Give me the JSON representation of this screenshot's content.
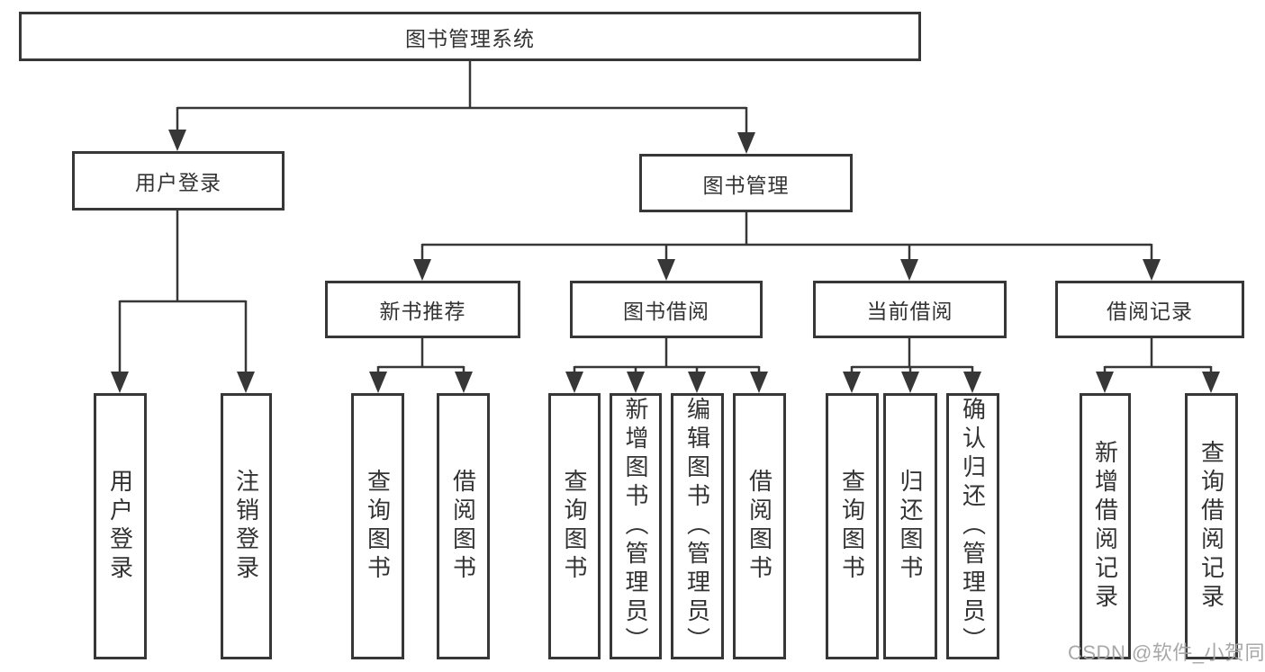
{
  "diagram": {
    "title_node": {
      "label": "图书管理系统"
    },
    "level2": [
      {
        "id": "user-login",
        "label": "用户登录"
      },
      {
        "id": "book-management",
        "label": "图书管理"
      }
    ],
    "level3": [
      {
        "id": "new-book-recommend",
        "parent": "图书管理",
        "label": "新书推荐"
      },
      {
        "id": "book-borrow",
        "parent": "图书管理",
        "label": "图书借阅"
      },
      {
        "id": "current-borrow",
        "parent": "图书管理",
        "label": "当前借阅"
      },
      {
        "id": "borrow-records",
        "parent": "图书管理",
        "label": "借阅记录"
      }
    ],
    "leaves": [
      {
        "parent": "用户登录",
        "label": "用户登录"
      },
      {
        "parent": "用户登录",
        "label": "注销登录"
      },
      {
        "parent": "新书推荐",
        "label": "查询图书"
      },
      {
        "parent": "新书推荐",
        "label": "借阅图书"
      },
      {
        "parent": "图书借阅",
        "label": "查询图书"
      },
      {
        "parent": "图书借阅",
        "label": "新增图书（管理员）"
      },
      {
        "parent": "图书借阅",
        "label": "编辑图书（管理员）"
      },
      {
        "parent": "图书借阅",
        "label": "借阅图书"
      },
      {
        "parent": "当前借阅",
        "label": "查询图书"
      },
      {
        "parent": "当前借阅",
        "label": "归还图书"
      },
      {
        "parent": "当前借阅",
        "label": "确认归还（管理员）"
      },
      {
        "parent": "借阅记录",
        "label": "新增借阅记录"
      },
      {
        "parent": "借阅记录",
        "label": "查询借阅记录"
      }
    ],
    "watermark": "CSDN @软件_小贺同学",
    "colors": {
      "line": "#373737",
      "box_border": "#373737",
      "box_background": "#ffffff",
      "text": "#333333",
      "watermark": "#a3a3a3"
    }
  }
}
